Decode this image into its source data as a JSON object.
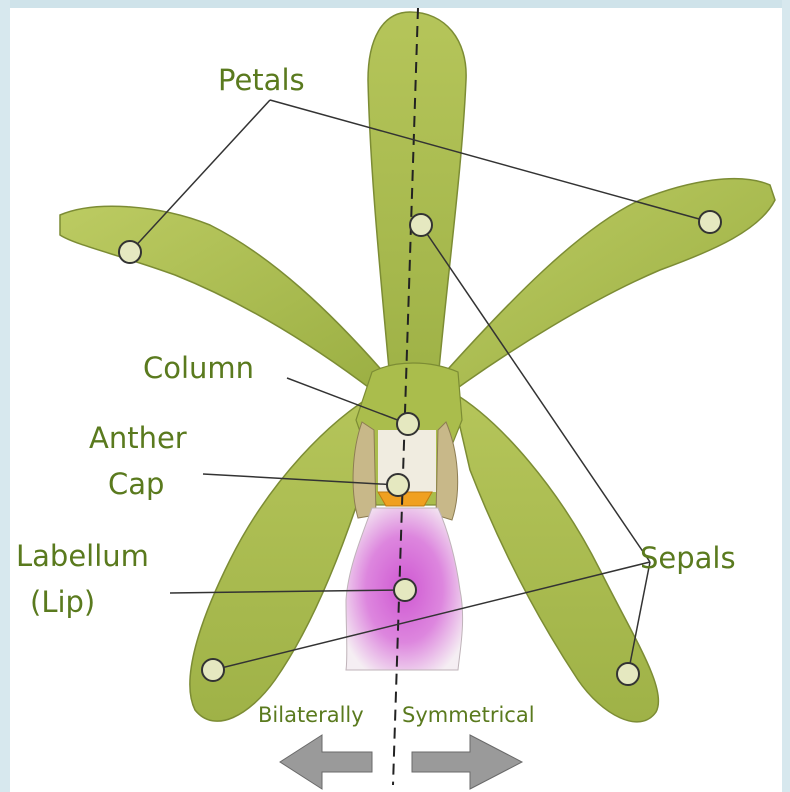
{
  "labels": {
    "petals": "Petals",
    "column": "Column",
    "anther_cap_line1": "Anther",
    "anther_cap_line2": "Cap",
    "labellum_line1": "Labellum",
    "labellum_line2": "(Lip)",
    "sepals": "Sepals"
  },
  "caption": {
    "left": "Bilaterally",
    "right": "Symmetrical"
  },
  "colors": {
    "label_text": "#5a7a1e",
    "petal_green": "#a9b94e",
    "petal_edge": "#7c8c34",
    "lip_pink": "#d667d8",
    "anther_orange": "#f0a020",
    "arrow_gray": "#9a9a9a",
    "background_frame": "#cfe3ea"
  },
  "icons": [
    "left-arrow-icon",
    "right-arrow-icon"
  ]
}
